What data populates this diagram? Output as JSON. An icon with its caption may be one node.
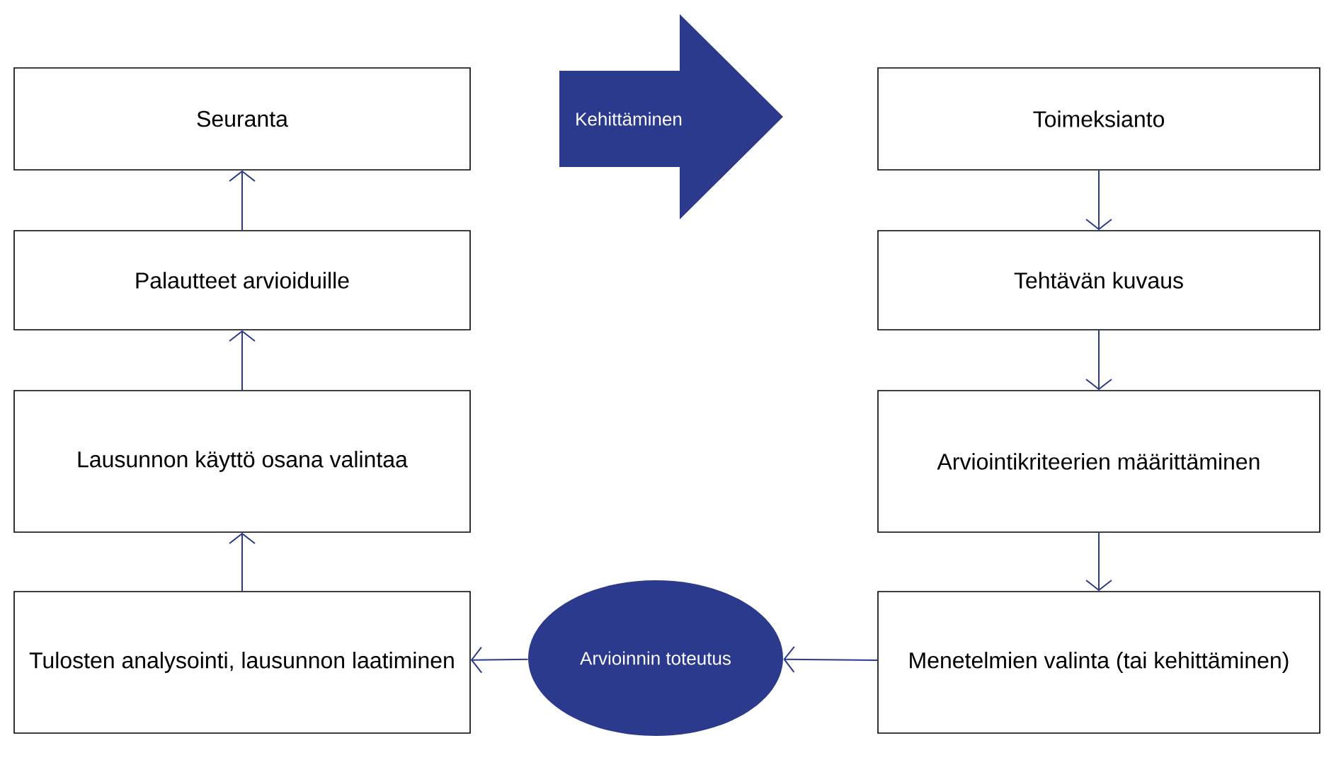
{
  "diagram": {
    "nodes": [
      {
        "text": [
          "Seuranta"
        ]
      },
      {
        "text": [
          "Kehittäminen"
        ]
      },
      {
        "text": [
          "Toimeksianto"
        ]
      },
      {
        "text": [
          "Palautteet arvioiduille"
        ]
      },
      {
        "text": [
          "Tehtävän kuvaus"
        ]
      },
      {
        "text": [
          "Lausunnon käyttö osana valintaa"
        ]
      },
      {
        "text": [
          "Arviointikriteerien määrittäminen"
        ]
      },
      {
        "text": [
          "Tulosten analysointi, lausunnon laatiminen"
        ]
      },
      {
        "text": [
          "Arvioinnin toteutus"
        ]
      },
      {
        "text": [
          "Menetelmien valinta (tai kehittäminen)"
        ]
      }
    ],
    "edges": [
      {
        "from": 2,
        "to": 4,
        "arrow": "to"
      },
      {
        "from": 4,
        "to": 6,
        "arrow": "to"
      },
      {
        "from": 6,
        "to": 9,
        "arrow": "to"
      },
      {
        "from": 9,
        "to": 8,
        "arrow": "to"
      },
      {
        "from": 8,
        "to": 7,
        "arrow": "to"
      },
      {
        "from": 7,
        "to": 5,
        "arrow": "to"
      },
      {
        "from": 5,
        "to": 3,
        "arrow": "to"
      },
      {
        "from": 3,
        "to": 0,
        "arrow": "to"
      }
    ]
  }
}
